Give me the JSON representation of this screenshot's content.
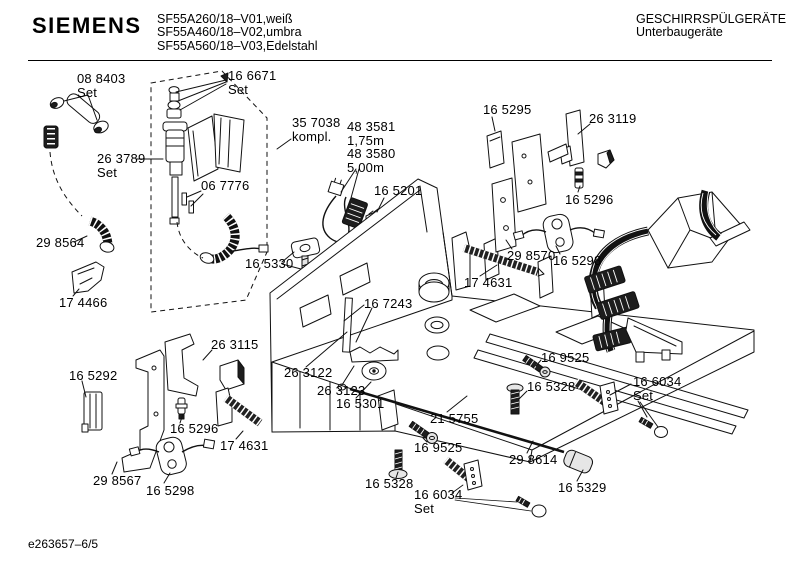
{
  "header": {
    "brand": "SIEMENS",
    "models": "SF55A260/18–V01,weiß\nSF55A460/18–V02,umbra\nSF55A560/18–V03,Edelstahl",
    "category": "GESCHIRRSPÜLGERÄTE",
    "subcategory": "Unterbaugeräte"
  },
  "footer": {
    "doc_number": "e263657–6/5"
  },
  "diagram": {
    "labels": [
      {
        "text": "08 8403\nSet"
      },
      {
        "text": "16 6671\nSet"
      },
      {
        "text": "35 7038\nkompl."
      },
      {
        "text": "48 3581\n1,75m\n48 3580\n5,00m"
      },
      {
        "text": "16 5295"
      },
      {
        "text": "26 3119"
      },
      {
        "text": "26 3789\nSet"
      },
      {
        "text": "06 7776"
      },
      {
        "text": "16 5201"
      },
      {
        "text": "16 5296"
      },
      {
        "text": "29 8564"
      },
      {
        "text": "16 5330"
      },
      {
        "text": "29 8570"
      },
      {
        "text": "16 5298"
      },
      {
        "text": "17 4631"
      },
      {
        "text": "17 4466"
      },
      {
        "text": "16 7243"
      },
      {
        "text": "26 3115"
      },
      {
        "text": "16 9525"
      },
      {
        "text": "16 5292"
      },
      {
        "text": "26 3122"
      },
      {
        "text": "16 6034\nSet"
      },
      {
        "text": "16 5328"
      },
      {
        "text": "26 3123"
      },
      {
        "text": "16 5301"
      },
      {
        "text": "21 5755"
      },
      {
        "text": "16 5296"
      },
      {
        "text": "17 4631"
      },
      {
        "text": "16 9525"
      },
      {
        "text": "29 8614"
      },
      {
        "text": "29 8567"
      },
      {
        "text": "16 5328"
      },
      {
        "text": "16 5298"
      },
      {
        "text": "16 5329"
      },
      {
        "text": "16 6034\nSet"
      }
    ]
  }
}
